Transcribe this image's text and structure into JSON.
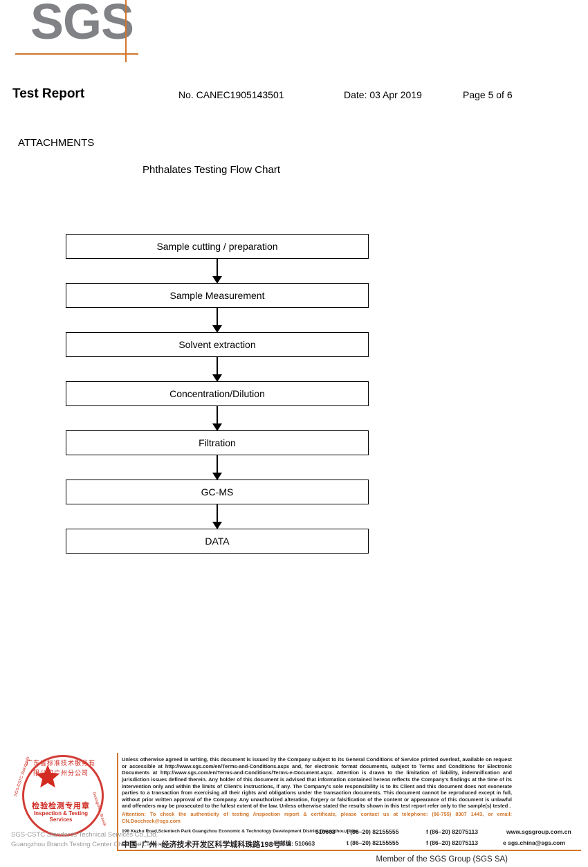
{
  "logo": {
    "text": "SGS",
    "accent_color": "#d2762c",
    "text_color": "#808285"
  },
  "header": {
    "title": "Test Report",
    "report_no": "No. CANEC1905143501",
    "date": "Date: 03 Apr 2019",
    "page": "Page 5 of 6"
  },
  "body": {
    "attachments_label": "ATTACHMENTS",
    "chart_title": "Phthalates Testing Flow Chart"
  },
  "flow_chart": {
    "type": "flowchart",
    "steps": [
      {
        "label": "Sample cutting / preparation"
      },
      {
        "label": "Sample Measurement"
      },
      {
        "label": "Solvent extraction"
      },
      {
        "label": "Concentration/Dilution"
      },
      {
        "label": "Filtration"
      },
      {
        "label": "GC-MS"
      },
      {
        "label": "DATA"
      }
    ]
  },
  "seal": {
    "arc_top_cn": "广东省标准技术服务有限公司广州分公司",
    "main_cn": "检验检测专用章",
    "main_en": "Inspection & Testing Services",
    "arc_left_en": "SGS-CSTC Standards",
    "arc_right_en": "Guangzhou Branch",
    "gray_line_1": "SGS-CSTC Standards Technical Services Co.,Ltd.",
    "gray_line_2": "Guangzhou Branch Testing Center Chemical Laboratory.",
    "color": "#cf2d25"
  },
  "footer": {
    "disclaimer": "Unless otherwise agreed in writing, this document is issued by the Company subject to its General Conditions of Service printed overleaf, available on request or accessible at http://www.sgs.com/en/Terms-and-Conditions.aspx and, for electronic format documents, subject to Terms and Conditions for Electronic Documents at http://www.sgs.com/en/Terms-and-Conditions/Terms-e-Document.aspx. Attention is drawn to the limitation of liability, indemnification and jurisdiction issues defined therein. Any holder of this document is advised that information contained hereon reflects the Company's findings at the time of its intervention only and within the limits of Client's instructions, if any. The Company's sole responsibility is to its Client and this document does not exonerate parties to a transaction from exercising all their rights and obligations under the transaction documents. This document cannot be reproduced except in full, without prior written approval of the Company. Any unauthorized alteration, forgery or falsification of the content or appearance of this document is unlawful and offenders may be prosecuted to the fullest extent of the law. Unless otherwise stated the results shown in this test report refer only to the sample(s) tested .",
    "attention": "Attention: To check the authenticity of testing /inspection report & certificate, please contact us at telephone: (86-755) 8307 1443, or email: CN.Doccheck@sgs.com",
    "attention_color": "#d2762c",
    "address_en": "198 Kezhu Road,Scientech Park Guangzhou Economic & Technology Development District,Guangzhou,China",
    "address_cn": "中国 ·广州 ·经济技术开发区科学城科珠路198号",
    "zip_en": "510663",
    "zip_cn": "邮编: 510663",
    "tel_en": "t (86–20) 82155555",
    "tel_cn": "t (86–20) 82155555",
    "fax_en": "f (86–20) 82075113",
    "fax_cn": "f (86–20) 82075113",
    "website": "www.sgsgroup.com.cn",
    "email": "e  sgs.china@sgs.com",
    "member_line": "Member of the SGS Group (SGS SA)"
  }
}
